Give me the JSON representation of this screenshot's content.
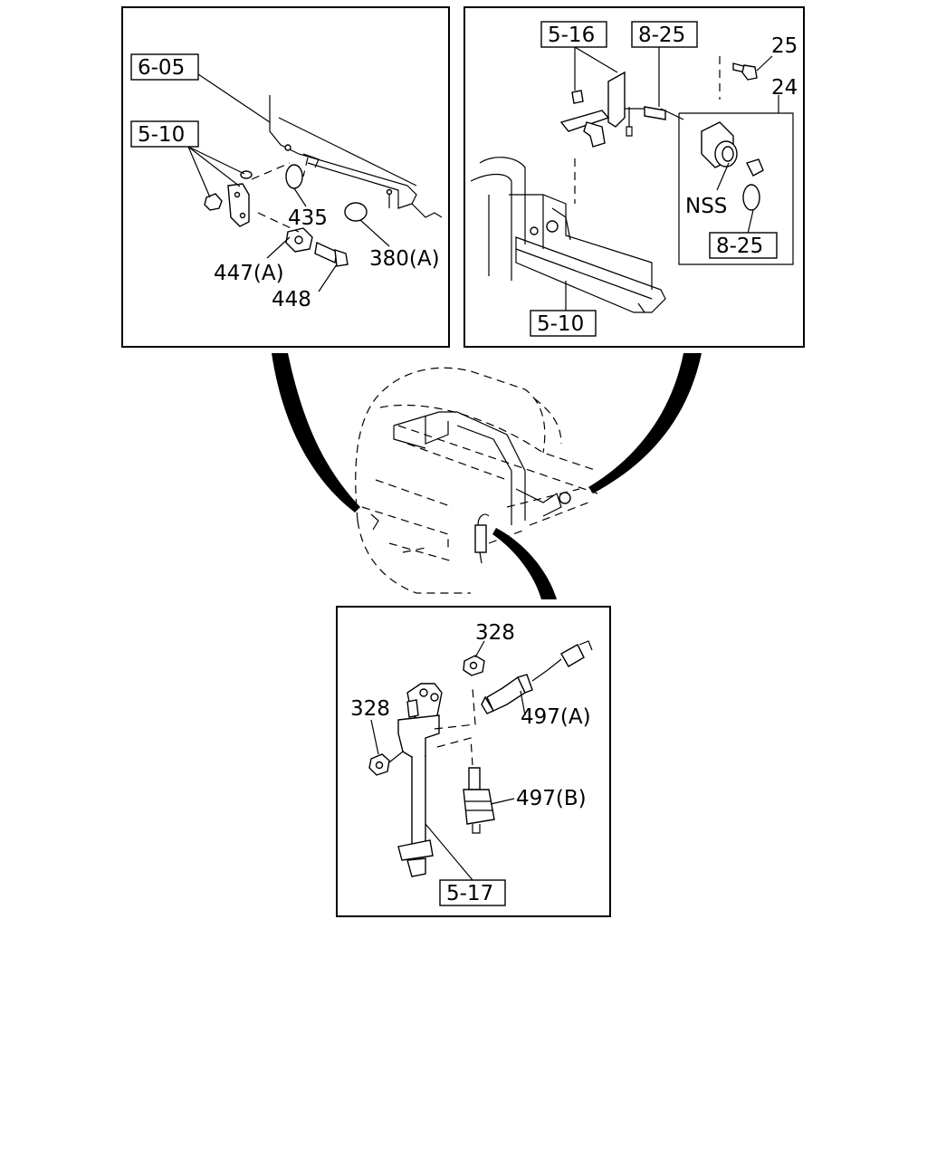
{
  "panels": {
    "top_left": {
      "refs": [
        "6-05",
        "5-10"
      ],
      "labels": [
        "435",
        "380(A)",
        "447(A)",
        "448"
      ]
    },
    "top_right": {
      "refs": [
        "5-16",
        "8-25",
        "8-25",
        "5-10"
      ],
      "labels": [
        "25",
        "24",
        "NSS"
      ]
    },
    "bottom": {
      "refs": [
        "5-17"
      ],
      "labels": [
        "328",
        "328",
        "497(A)",
        "497(B)"
      ]
    }
  }
}
